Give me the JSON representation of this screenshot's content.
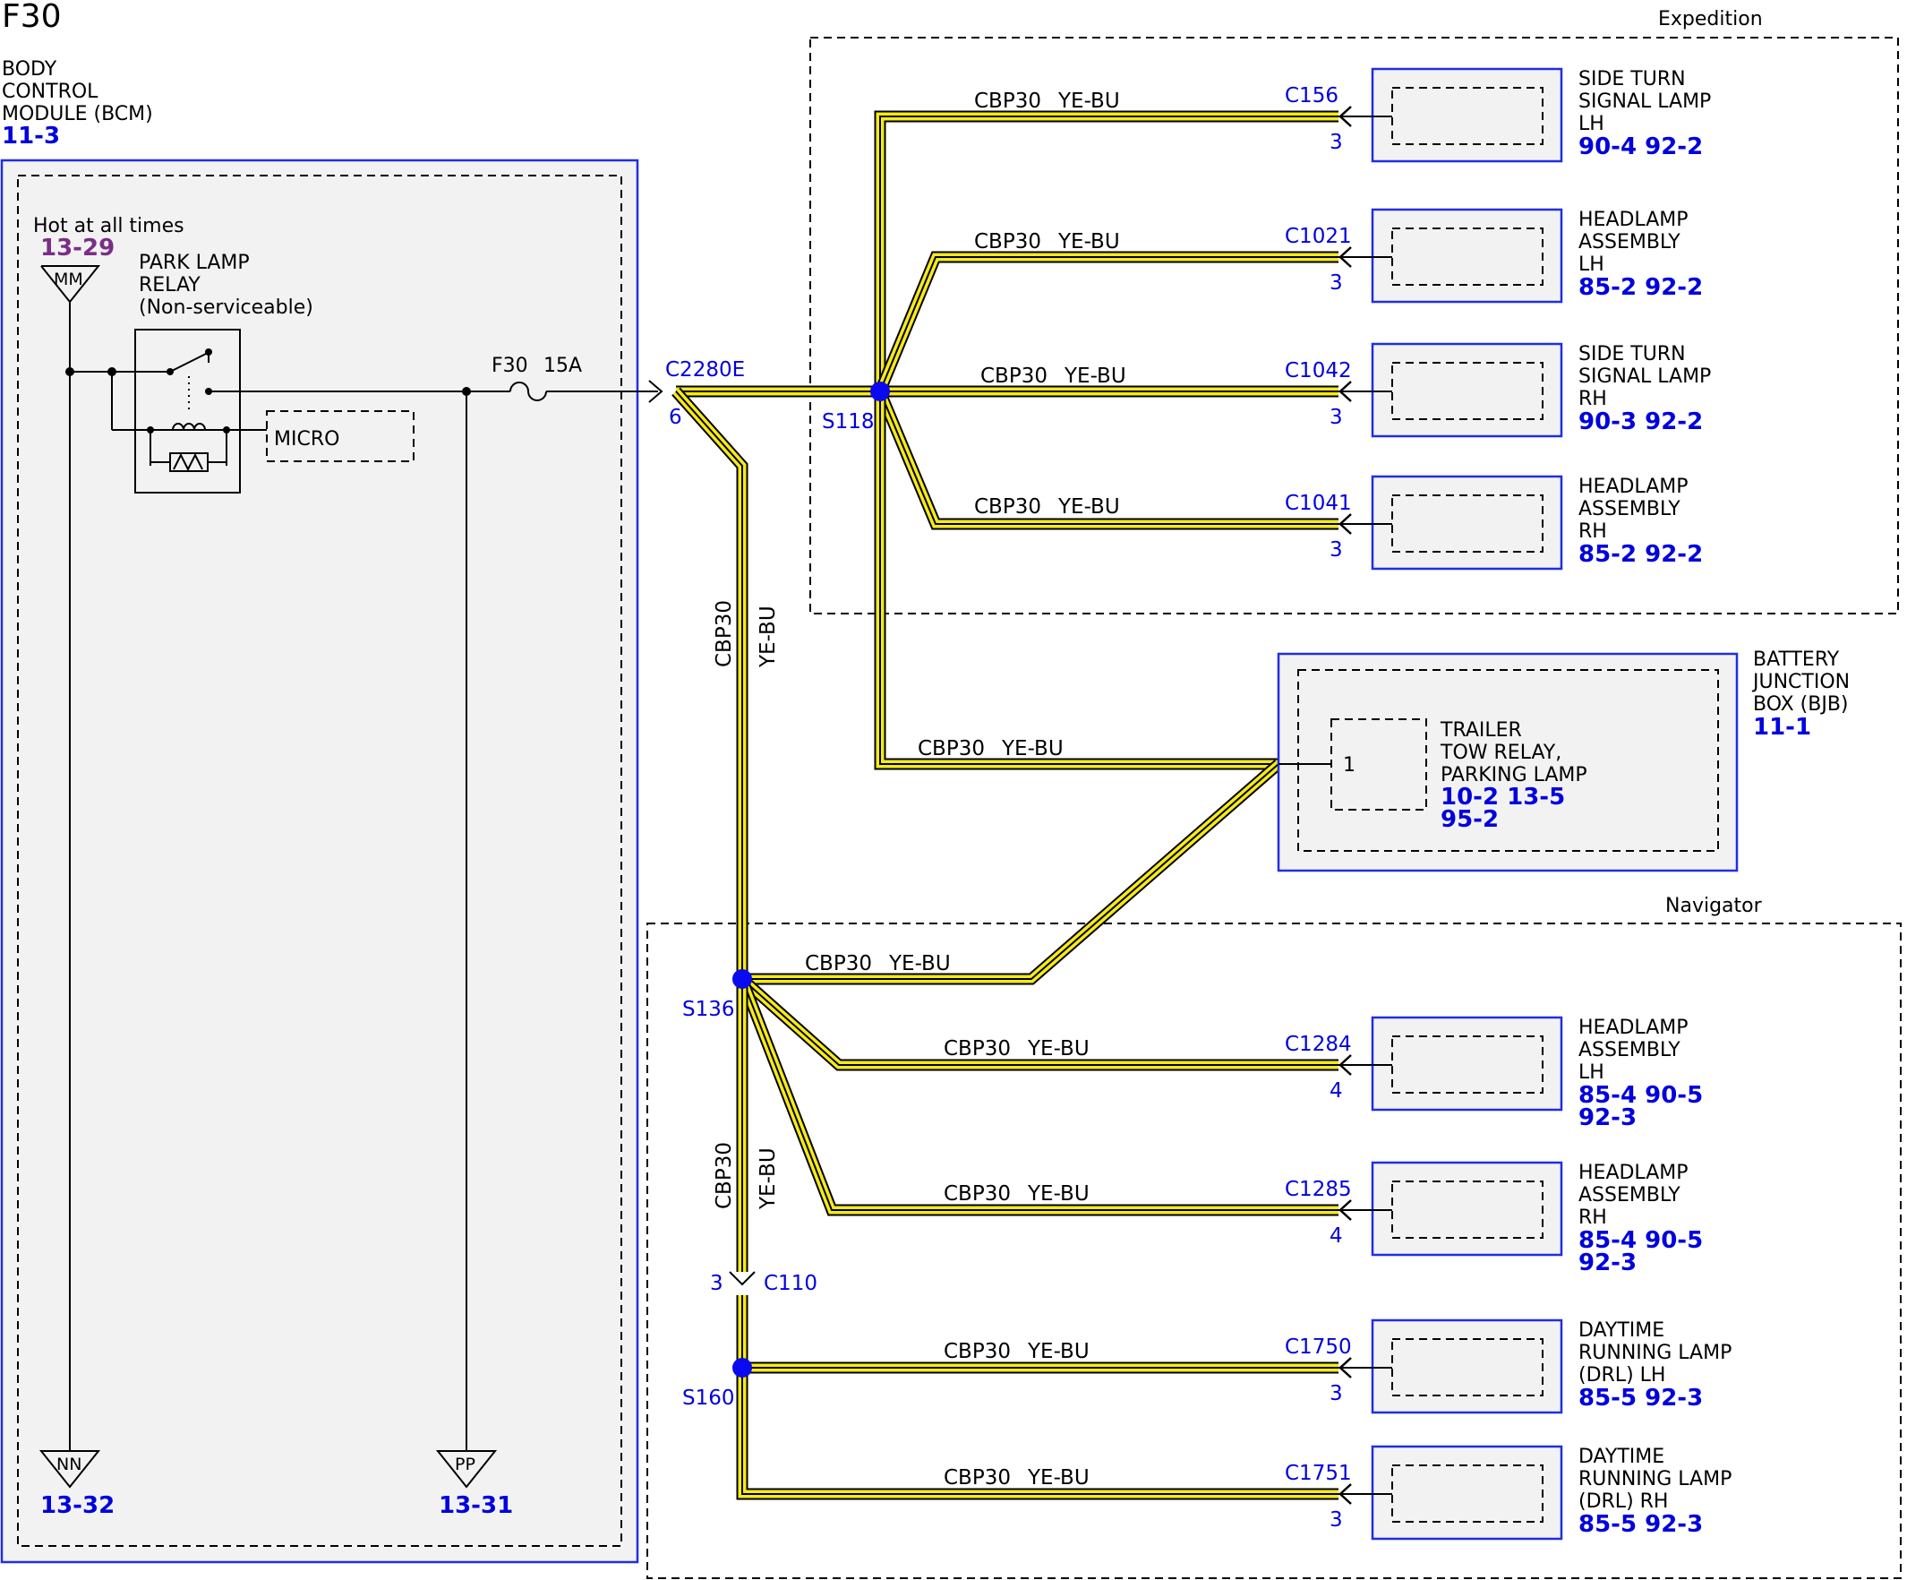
{
  "title": "F30",
  "regions": {
    "expedition": "Expedition",
    "navigator": "Navigator"
  },
  "bcm": {
    "name_lines": [
      "BODY",
      "CONTROL",
      "MODULE (BCM)"
    ],
    "ref": "11-3",
    "hot_label": "Hot at all times",
    "hot_ref": "13-29",
    "mm": "MM",
    "nn": "NN",
    "nn_ref": "13-32",
    "pp": "PP",
    "pp_ref": "13-31",
    "relay_lines": [
      "PARK LAMP",
      "RELAY",
      "(Non-serviceable)"
    ],
    "micro": "MICRO",
    "fuse_name": "F30",
    "fuse_rating": "15A",
    "out_connector": "C2280E",
    "out_pin": "6"
  },
  "circuit": {
    "code": "CBP30",
    "color": "YE-BU"
  },
  "splices": {
    "s118": "S118",
    "s136": "S136",
    "s160": "S160"
  },
  "inline_connector": {
    "name": "C110",
    "pin": "3"
  },
  "components": [
    {
      "connector": "C156",
      "pin": "3",
      "lines": [
        "SIDE TURN",
        "SIGNAL LAMP",
        "LH"
      ],
      "refs": [
        "90-4  92-2"
      ]
    },
    {
      "connector": "C1021",
      "pin": "3",
      "lines": [
        "HEADLAMP",
        "ASSEMBLY",
        "LH"
      ],
      "refs": [
        "85-2  92-2"
      ]
    },
    {
      "connector": "C1042",
      "pin": "3",
      "lines": [
        "SIDE TURN",
        "SIGNAL LAMP",
        "RH"
      ],
      "refs": [
        "90-3  92-2"
      ]
    },
    {
      "connector": "C1041",
      "pin": "3",
      "lines": [
        "HEADLAMP",
        "ASSEMBLY",
        "RH"
      ],
      "refs": [
        "85-2  92-2"
      ]
    },
    {
      "connector": "C1284",
      "pin": "4",
      "lines": [
        "HEADLAMP",
        "ASSEMBLY",
        "LH"
      ],
      "refs": [
        "85-4  90-5",
        "92-3"
      ]
    },
    {
      "connector": "C1285",
      "pin": "4",
      "lines": [
        "HEADLAMP",
        "ASSEMBLY",
        "RH"
      ],
      "refs": [
        "85-4  90-5",
        "92-3"
      ]
    },
    {
      "connector": "C1750",
      "pin": "3",
      "lines": [
        "DAYTIME",
        "RUNNING LAMP",
        "(DRL) LH"
      ],
      "refs": [
        "85-5  92-3"
      ]
    },
    {
      "connector": "C1751",
      "pin": "3",
      "lines": [
        "DAYTIME",
        "RUNNING LAMP",
        "(DRL) RH"
      ],
      "refs": [
        "85-5  92-3"
      ]
    }
  ],
  "bjb": {
    "name_lines": [
      "BATTERY",
      "JUNCTION",
      "BOX (BJB)"
    ],
    "ref": "11-1",
    "pin": "1",
    "relay_lines": [
      "TRAILER",
      "TOW RELAY,",
      "PARKING LAMP"
    ],
    "relay_refs": [
      "10-2  13-5",
      "95-2"
    ]
  },
  "colors": {
    "wire_fill": "#f5ea1a",
    "wire_edge": "#000000",
    "splice": "#0a0af0",
    "frame_blue": "#1f2ee6",
    "ref_blue": "#0000dd",
    "ref_purple": "#7a2e87"
  }
}
